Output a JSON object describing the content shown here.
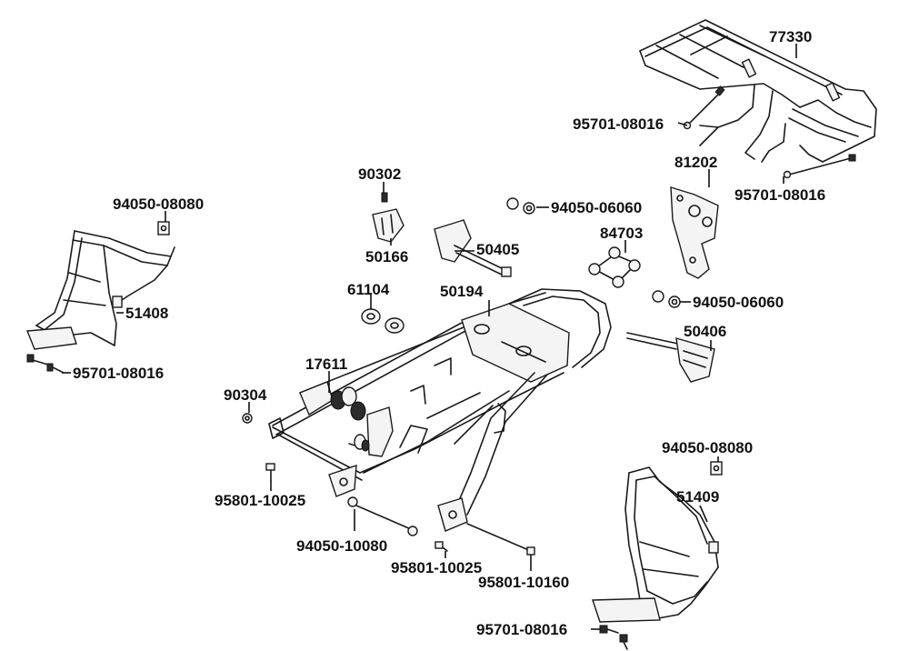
{
  "labels": {
    "p77330": "77330",
    "p95701_08016_a": "95701-08016",
    "p81202": "81202",
    "p95701_08016_b": "95701-08016",
    "p90302": "90302",
    "p94050_06060_a": "94050-06060",
    "p94050_08080_a": "94050-08080",
    "p84703": "84703",
    "p50405": "50405",
    "p50166": "50166",
    "p61104": "61104",
    "p50194": "50194",
    "p94050_06060_b": "94050-06060",
    "p51408": "51408",
    "p50406": "50406",
    "p95701_08016_c": "95701-08016",
    "p17611": "17611",
    "p90304": "90304",
    "p94050_08080_b": "94050-08080",
    "p51409": "51409",
    "p95801_10025_a": "95801-10025",
    "p94050_10080": "94050-10080",
    "p95801_10025_b": "95801-10025",
    "p95801_10160": "95801-10160",
    "p95701_08016_d": "95701-08016"
  }
}
